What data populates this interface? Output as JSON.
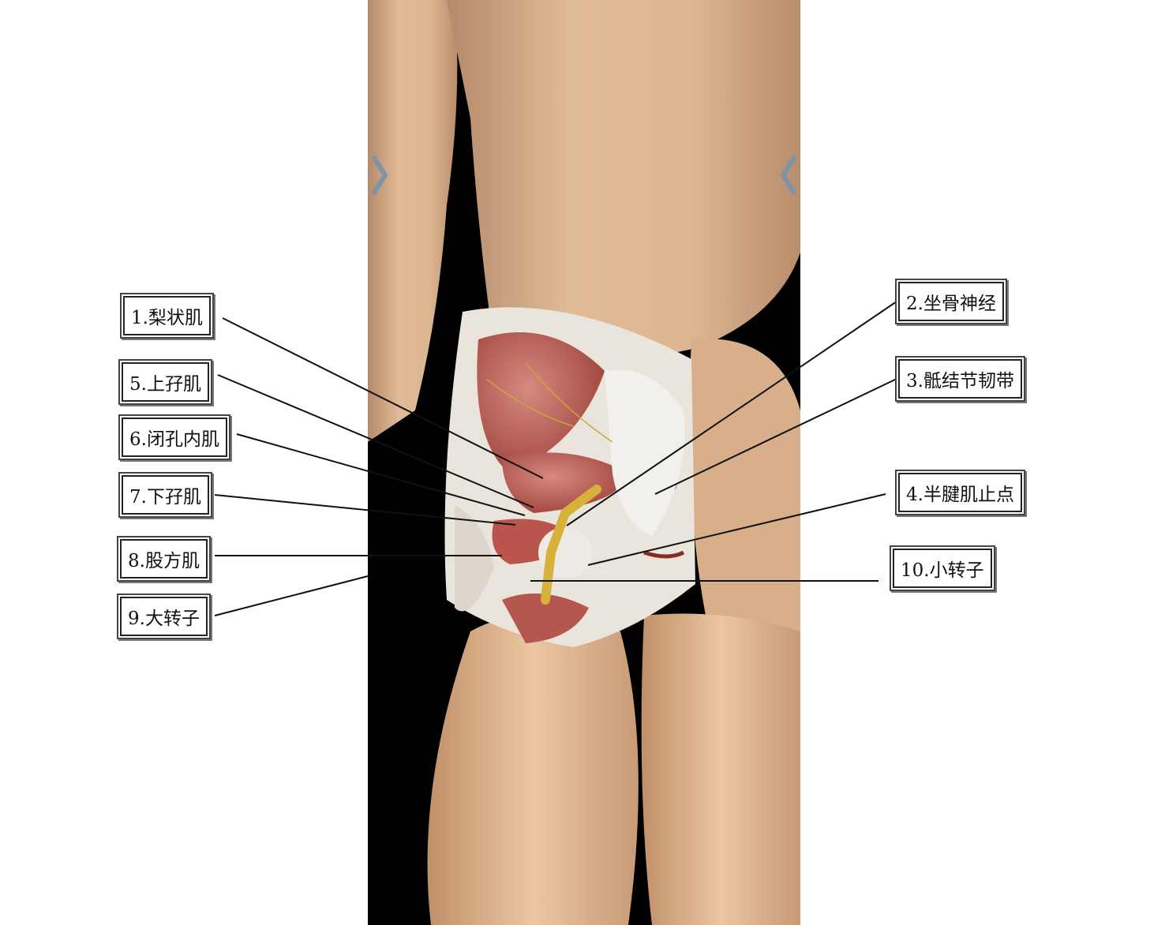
{
  "labels": {
    "l1": "1.梨状肌",
    "l2": "2.坐骨神经",
    "l3": "3.骶结节韧带",
    "l4": "4.半腱肌止点",
    "l5": "5.上孖肌",
    "l6": "6.闭孔内肌",
    "l7": "7.下孖肌",
    "l8": "8.股方肌",
    "l9": "9.大转子",
    "l10": "10.小转子"
  },
  "icons": {
    "left": "chevron-right-icon",
    "right": "chevron-left-icon"
  }
}
